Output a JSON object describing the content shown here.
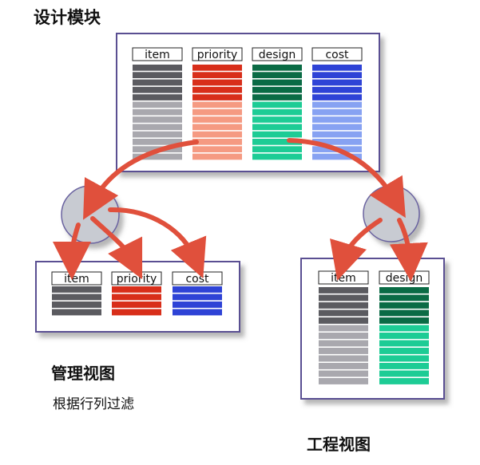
{
  "titles": {
    "design_module": "设计模块",
    "management_view": "管理视图",
    "management_caption": "根据行列过滤",
    "engineering_view": "工程视图"
  },
  "column_labels": {
    "item": "item",
    "priority": "priority",
    "design": "design",
    "cost": "cost"
  },
  "colors": {
    "item": {
      "dark": "#5b5b60",
      "light": "#a9a8ae"
    },
    "priority": {
      "dark": "#d82e1a",
      "light": "#f59a82"
    },
    "design": {
      "dark": "#0a6b45",
      "light": "#1dcc95"
    },
    "cost": {
      "dark": "#2e43d6",
      "light": "#87a2f2"
    },
    "arrow": "#e0503c",
    "filter_circle": "#c8cbd2",
    "frame_border": "#5a4f92"
  },
  "panels": [
    {
      "key": "design_module",
      "columns": [
        "item",
        "priority",
        "design",
        "cost"
      ],
      "rows": 13,
      "dark_rows": 5
    },
    {
      "key": "management_view",
      "columns": [
        "item",
        "priority",
        "cost"
      ],
      "rows": 4,
      "dark_rows": 4
    },
    {
      "key": "engineering_view",
      "columns": [
        "item",
        "design"
      ],
      "rows": 13,
      "dark_rows": 5
    }
  ]
}
